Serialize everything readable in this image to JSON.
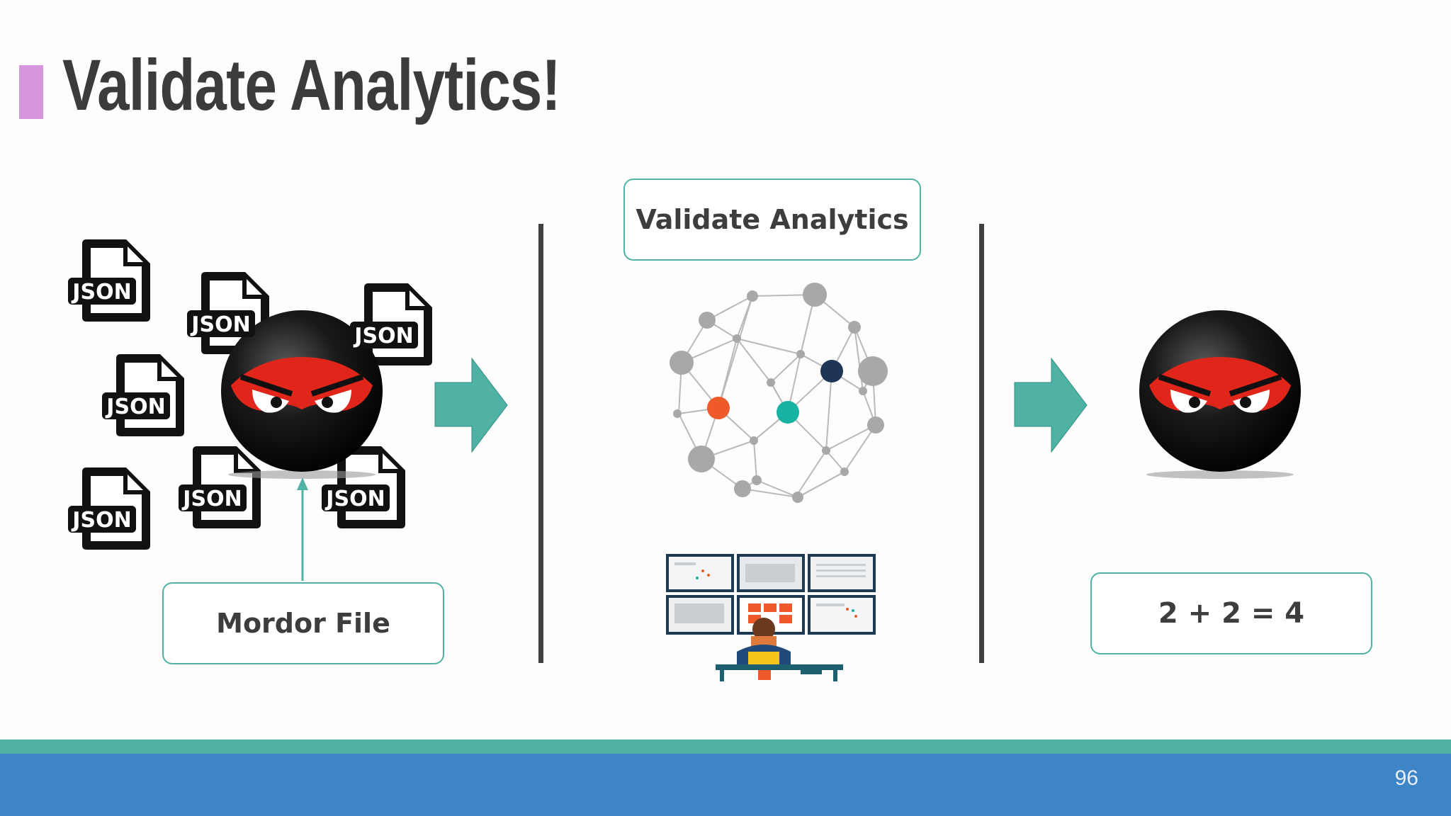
{
  "slide": {
    "title": "Validate Analytics!",
    "page_number": "96"
  },
  "left_panel": {
    "file_badge_label": "JSON",
    "caption": "Mordor File"
  },
  "middle_panel": {
    "caption": "Validate Analytics"
  },
  "right_panel": {
    "caption": "2 + 2 = 4"
  },
  "colors": {
    "accent_purple": "#d596de",
    "teal": "#4fb2a5",
    "footer_blue": "#3d85c6",
    "title_text": "#3b3b3b",
    "ninja_red": "#e0261b"
  },
  "icons": [
    "json-file-icon",
    "ninja-icon",
    "right-arrow-icon",
    "network-graph-icon",
    "analyst-monitors-icon"
  ]
}
